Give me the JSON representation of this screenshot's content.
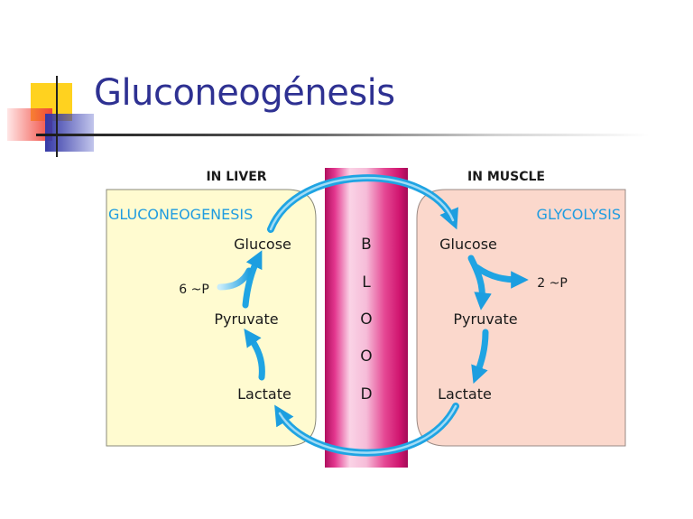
{
  "title": "Gluconeogénesis",
  "diagram": {
    "liver_header": "IN LIVER",
    "muscle_header": "IN MUSCLE",
    "liver": {
      "process": "GLUCONEOGENESIS",
      "glucose": "Glucose",
      "pyruvate": "Pyruvate",
      "lactate": "Lactate",
      "energy": "6 ~P"
    },
    "muscle": {
      "process": "GLYCOLYSIS",
      "glucose": "Glucose",
      "pyruvate": "Pyruvate",
      "lactate": "Lactate",
      "energy": "2 ~P"
    },
    "blood_letters": [
      "B",
      "L",
      "O",
      "O",
      "D"
    ]
  },
  "colors": {
    "title": "#2e3192",
    "process_label": "#1f9ce0",
    "liver_fill": "#fffbd0",
    "muscle_fill": "#fbd8cc",
    "blood_vessel": "#d81b78",
    "arrow": "#1fa4e3"
  }
}
